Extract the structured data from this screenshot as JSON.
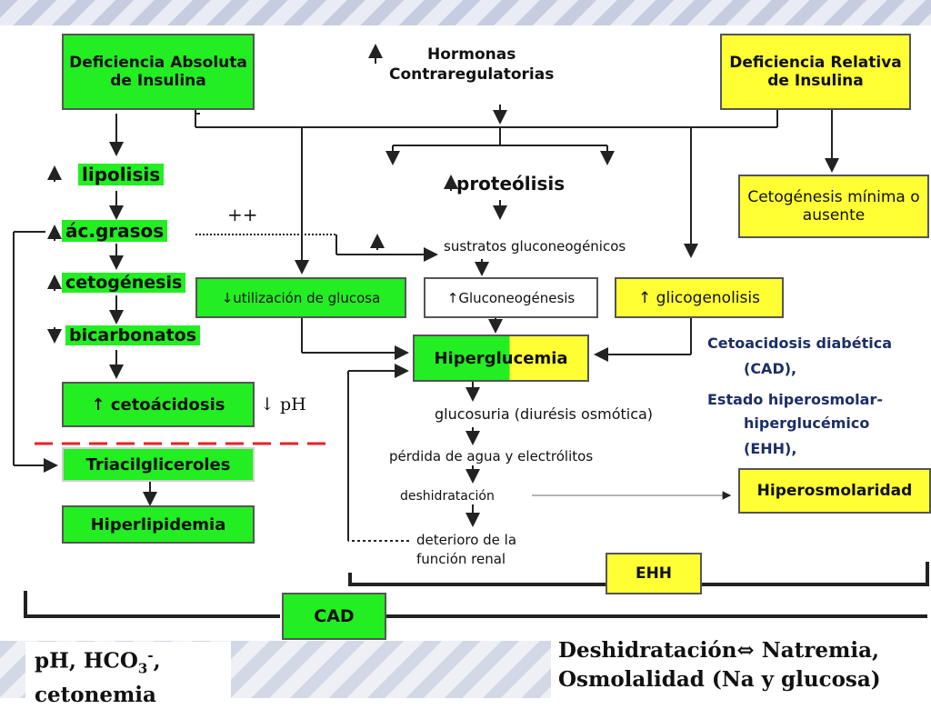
{
  "boxes": {
    "absoluta": "Deficiencia Absoluta de Insulina",
    "relativa": "Deficiencia Relativa de Insulina",
    "cetogenesis_minima": "Cetogénesis mínima o ausente",
    "utilizacion": "↓utilización de glucosa",
    "gluconeogenesis": "↑Gluconeogénesis",
    "glicogenolisis": "↑ glicogenolisis",
    "hiperglucemia_a": "Hipergl",
    "hiperglucemia_b": "ucemia",
    "cetoacidosis": "↑ cetoácidosis",
    "triacilgliceroles": "Triacilgliceroles",
    "hiperlipidemia": "Hiperlipidemia",
    "hiperosmolaridad": "Hiperosmolaridad",
    "ehh": "EHH",
    "cad": "CAD"
  },
  "labels": {
    "hormonas_line1": "Hormonas",
    "hormonas_line2": "Contraregulatorias",
    "lipolisis": "lipolisis",
    "ac_grasos": "ác.grasos",
    "cetogenesis": "cetogénesis",
    "bicarbonatos": "bicarbonatos",
    "proteolisis": "proteólisis",
    "sustratos": "sustratos gluconeogénicos",
    "plus": "++",
    "ph": "↓ pH",
    "glucosuria": "glucosuria (diurésis osmótica)",
    "perdida": "pérdida de agua y electrólitos",
    "deshidratacion": "deshidratación",
    "deterioro_line1": "deterioro de la",
    "deterioro_line2": "función renal"
  },
  "legend": {
    "cad_line1": "Cetoacidosis diabética",
    "cad_line2": "(CAD),",
    "ehh_line1": "Estado hiperosmolar-",
    "ehh_line2": "hiperglucémico",
    "ehh_line3": "(EHH),"
  },
  "bottom": {
    "left_line1_a": "pH, HCO",
    "left_line1_sub": "3",
    "left_line1_sup": "-",
    "left_line1_end": ",",
    "left_line2": "cetonemia",
    "right_line1": "Deshidratación⇔ Natremia,",
    "right_line2": "Osmolalidad (Na y glucosa)"
  },
  "colors": {
    "green": "#22ee22",
    "yellow": "#ffff33",
    "dash_red": "#e8202a",
    "legend_navy": "#1c2f66"
  }
}
